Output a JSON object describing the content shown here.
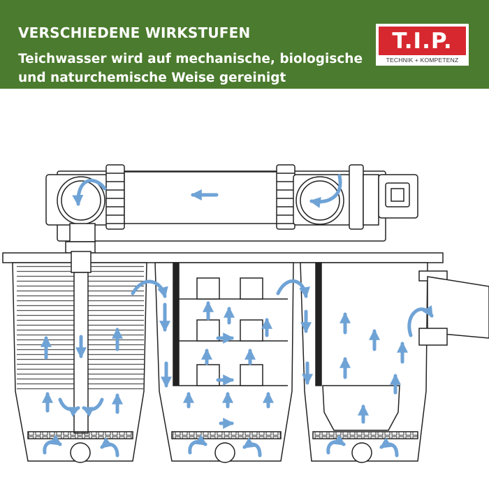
{
  "header": {
    "headline": "VERSCHIEDENE WIRKSTUFEN",
    "subline_1": "Teichwasser wird auf mechanische, biologische",
    "subline_2": "und naturchemische Weise gereinigt",
    "background_color": "#4b7b2e",
    "text_color": "#ffffff"
  },
  "logo": {
    "main": "T.I.P.",
    "tagline": "TECHNIK + KOMPETENZ",
    "brand_color": "#d7282f"
  },
  "diagram": {
    "stroke_color": "#222222",
    "flow_arrow_color": "#6fa3d6",
    "icons": [
      "uv-clarifier",
      "filter-chambers",
      "flow-arrow",
      "outlet-pipe"
    ]
  }
}
